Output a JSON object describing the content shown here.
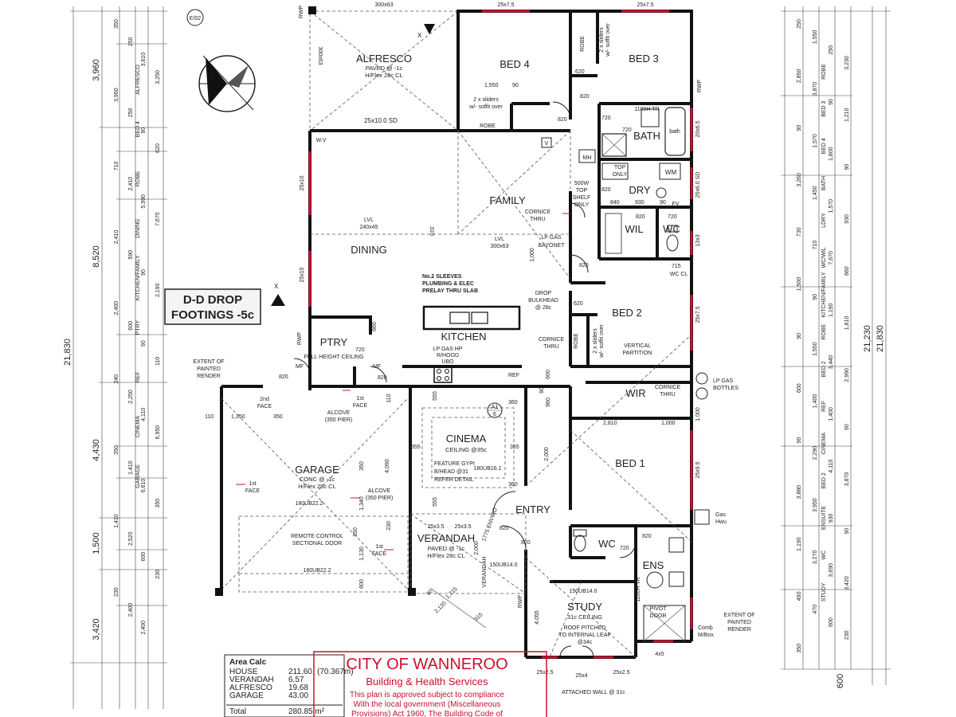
{
  "rooms": {
    "alfresco": {
      "name": "ALFRESCO",
      "note1": "PAVED @ -1c",
      "note2": "H/Flex 28c CL"
    },
    "bed4": {
      "name": "BED 4"
    },
    "bed3": {
      "name": "BED 3"
    },
    "bath": {
      "name": "BATH"
    },
    "family": {
      "name": "FAMILY"
    },
    "dining": {
      "name": "DINING"
    },
    "dry": {
      "name": "DRY"
    },
    "wil": {
      "name": "WIL"
    },
    "wc1": {
      "name": "WC"
    },
    "kitchen": {
      "name": "KITCHEN"
    },
    "ptry": {
      "name": "PTRY",
      "note": "FULL HEIGHT CEILING"
    },
    "bed2": {
      "name": "BED 2"
    },
    "wir": {
      "name": "WIR"
    },
    "cinema": {
      "name": "CINEMA",
      "note": "CEILING @35c",
      "feature": "FEATURE GYPI",
      "feature2": "B/HEAD @31",
      "feature3": "REFER DETAIL"
    },
    "garage": {
      "name": "GARAGE",
      "note1": "CONC @ -1c",
      "note2": "H/Flex 28c CL"
    },
    "bed1": {
      "name": "BED 1"
    },
    "entry": {
      "name": "ENTRY"
    },
    "verandah": {
      "name": "VERANDAH",
      "note1": "PAVED @ -1c",
      "note2": "H/Flex 28c CL"
    },
    "wc2": {
      "name": "WC"
    },
    "ens": {
      "name": "ENS"
    },
    "study": {
      "name": "STUDY",
      "note": "31c CEILING"
    }
  },
  "labels": {
    "sd": "25x10.0 SD",
    "sliders4": "2 x sliders",
    "soffit4": "w/- soffit over",
    "sliders3": "2 x sliders",
    "soffit3": "w/- soffit over",
    "robe4": "ROBE",
    "robe3": "ROBE",
    "robe2": "ROBE",
    "lvl1": "LVL",
    "lvl1b": "240x45",
    "lvl2": "LVL",
    "lvl2b": "300x63",
    "cornice1": "CORNICE",
    "cornice1b": "THRU",
    "cornice2": "CORNICE",
    "cornice2b": "THRU",
    "cornice3": "CORNICE",
    "cornice3b": "THRU",
    "lpgas": "LP GAS",
    "bayonet": "BAYONET",
    "sleeves1": "No.2 SLEEVES",
    "sleeves2": "PLUMBING & ELEC",
    "sleeves3": "PRELAY THRU SLAB",
    "bulkhead1": "DROP",
    "bulkhead2": "BULKHEAD",
    "bulkhead3": "@ 28c",
    "lpgashp": "LP GAS HP",
    "rhood": "R/HOOD",
    "ubo": "UBO",
    "ref": "REF",
    "vertical1": "VERTICAL",
    "vertical2": "PARTITION",
    "lpbottles1": "LP GAS",
    "lpbottles2": "BOTTLES",
    "alcove1a": "ALCOVE",
    "alcove1b": "(350 PIER)",
    "alcove2a": "ALCOVE",
    "alcove2b": "(350 PIER)",
    "firstface1": "1st",
    "firstface1b": "FACE",
    "firstface2": "1st",
    "firstface2b": "FACE",
    "firstface3": "1st",
    "firstface3b": "FACE",
    "secondface": "2nd",
    "secondfaceb": "FACE",
    "remote1": "REMOTE CONTROL",
    "remote2": "SECTIONAL DOOR",
    "ub1": "180UB22.2",
    "ub2": "180UB22.2",
    "ub3": "180UB16.1",
    "ub4": "150UB14.0",
    "ub5": "150UB14.0",
    "roofpitched1": "ROOF PITCHED",
    "roofpitched2": "TO INTERNAL LEAF",
    "roofpitched3": "@34c",
    "attached": "ATTACHED WALL @ 31c",
    "extent1a": "EXTENT OF",
    "extent1b": "PAINTED",
    "extent1c": "RENDER",
    "extent2a": "EXTENT OF",
    "extent2b": "PAINTED",
    "extent2c": "RENDER",
    "gashwu1": "Gas",
    "gashwu2": "Hwu",
    "comb1": "Comb",
    "comb2": "M/Box",
    "mh": "MH",
    "top": "TOP",
    "only": "ONLY",
    "wm": "WM",
    "shelf1": "500W",
    "shelf2": "TOP",
    "shelf3": "SHELF",
    "shelf4": "ONLY",
    "fv": "FV",
    "wv": "W.V",
    "v": "V",
    "rwp1": "RWP",
    "rwp2": "RWP",
    "rwp3": "RWP",
    "rwp4": "RWP",
    "mf1": "MF",
    "mf2": "MF",
    "bathtub": "bath",
    "tr1": "1100H TR",
    "tr2": "1100H TR",
    "pivot": "PIVOT",
    "door": "DOOR",
    "sectionA": "A1",
    "sectionB": "6",
    "eo2": "E/02",
    "x1": "X",
    "x2": "X",
    "enviro": "1775 ENVIRO",
    "verandahv": "VERANDAH",
    "wccl": "WC CL"
  },
  "windows": {
    "top1": "25x7.5",
    "top2": "25x7.5",
    "top3": "300x63",
    "w1": "25x10",
    "w2": "25x10",
    "w3": "20x6.5",
    "w4": "25x6.0 SD",
    "w5": "13x3",
    "w6": "25x7.5",
    "w7": "25x9.5",
    "w8": "25x3.5",
    "w9": "25x3.5",
    "w10": "25x2.5",
    "w11": "25x4",
    "w12": "25x2.5",
    "w13": "4x5",
    "w14": "1.000",
    "lvl300": "300x63"
  },
  "dims": {
    "d1550": "1,550",
    "d90": "90",
    "d620": "620",
    "d820a": "820",
    "d820b": "820",
    "d720a": "720",
    "d820c": "820",
    "d840": "840",
    "d930": "930",
    "d90b": "90",
    "d820d": "820",
    "d720b": "720",
    "d720c": "720",
    "d820e": "820",
    "d715": "715",
    "d1000a": "1,000",
    "d820f": "820",
    "d620b": "620",
    "d660": "660",
    "d720d": "720",
    "d820g": "820",
    "d820h": "820",
    "d600": "600",
    "d90c": "90",
    "d960": "960",
    "d2810": "2,810",
    "d1000b": "1,000",
    "d555a": "555",
    "d360a": "360",
    "d355a": "355",
    "d355b": "355",
    "d2000": "2,000",
    "d360b": "360",
    "d555b": "555",
    "d1110": "110",
    "d1250": "1,250",
    "d350a": "350",
    "d350b": "350",
    "d4090": "4,090",
    "d1340": "1,340",
    "d350c": "350",
    "d1130": "1,130",
    "d230": "230",
    "d600b": "600",
    "d2000b": "2,000",
    "d110b": "110",
    "d820i": "820",
    "d820j": "820",
    "d720e": "720",
    "d820k": "820",
    "d4055": "4,055",
    "d90d": "90",
    "d1715": "1,715",
    "d2120": "2,120",
    "d315": "315",
    "d310": "310"
  },
  "left_dims": {
    "big1": "3,960",
    "big2": "8,520",
    "big3": "21,830",
    "big4": "4,430",
    "big5": "1,500",
    "big6": "3,420",
    "col1": [
      "350",
      "250",
      "3,610",
      "3,250",
      "3,960",
      "250",
      "90",
      "620",
      "710",
      "2,410",
      "5,990",
      "7,670",
      "2,410",
      "590",
      "90",
      "2,190",
      "2,400",
      "600",
      "90",
      "110",
      "240",
      "2,250",
      "4,110",
      "6,950",
      "350",
      "1,410",
      "6,610",
      "350",
      "1,410",
      "2,520",
      "600",
      "230",
      "230",
      "2,400",
      "2,400"
    ],
    "col1_labels": [
      "ALFRESCO",
      "BED 4",
      "ROBE",
      "DINING",
      "KITCHEN/FAMILY",
      "PTRY",
      "REF",
      "CINEMA",
      "GARAGE"
    ]
  },
  "right_dims": {
    "big1": "21,230",
    "big2": "21,830",
    "big3": "600",
    "col": [
      "250",
      "1,550",
      "250",
      "3,230",
      "2,850",
      "3,870",
      "90",
      "1,210",
      "90",
      "1,570",
      "1,800",
      "90",
      "3,260",
      "1,450",
      "1,570",
      "930",
      "730",
      "710",
      "7,670",
      "860",
      "1,500",
      "90",
      "1,190",
      "1,810",
      "90",
      "1,550",
      "3,440",
      "2,990",
      "600",
      "1,400",
      "1,400",
      "90",
      "90",
      "2,290",
      "4,110",
      "3,870",
      "3,880",
      "3,950",
      "930",
      "90",
      "1,190",
      "3,270",
      "3,690",
      "3,420",
      "490",
      "470",
      "600",
      "230",
      "350"
    ],
    "col_labels": [
      "ROBE",
      "BED 3",
      "BED 4",
      "BATH",
      "LDRY",
      "WC/WIL",
      "KITCHEN/FAMILY",
      "ROBE",
      "BED 2",
      "REF",
      "CINEMA",
      "BED 2",
      "ENSUITE",
      "WC",
      "STUDY"
    ]
  },
  "ddblock": {
    "line1": "D-D DROP",
    "line2": "FOOTINGS -5c"
  },
  "stamp": {
    "title": "CITY OF WANNEROO",
    "sub": "Building & Health Services",
    "l1": "This plan is approved subject to compliance",
    "l2": "With the local government (Miscellaneous",
    "l3": "Provisions) Act 1960, The Building Code of"
  },
  "area": {
    "title": "Area Calc",
    "rows": [
      {
        "name": "HOUSE",
        "value": "211.60",
        "extra": "(70.367m)"
      },
      {
        "name": "VERANDAH",
        "value": "6.57",
        "extra": ""
      },
      {
        "name": "ALFRESCO",
        "value": "19.68",
        "extra": ""
      },
      {
        "name": "GARAGE",
        "value": "43.00",
        "extra": ""
      }
    ],
    "total_label": "Total",
    "total_value": "280.85 m²"
  },
  "colors": {
    "wall": "#111111",
    "window": "#d01030",
    "stamp": "#c8102e"
  }
}
